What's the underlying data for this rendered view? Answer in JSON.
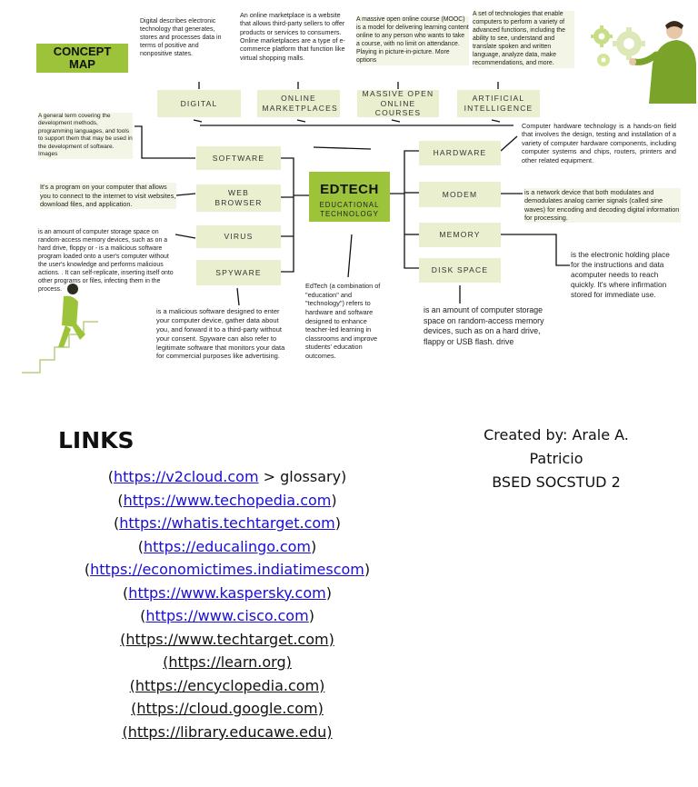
{
  "concept_map": {
    "title": "CONCEPT MAP",
    "center": {
      "title": "EDTECH",
      "subtitle": "EDUCATIONAL TECHNOLOGY"
    },
    "top_nodes": [
      {
        "label": "DIGITAL",
        "desc": "Digital describes electronic technology that generates, stores and processes data in terms of positive and nonpositive states."
      },
      {
        "label": "ONLINE MARKETPLACES",
        "desc": "An online marketplace is a website that allows third-party sellers to offer products or services to consumers. Online marketplaces are a type of e-commerce platform that function like virtual shopping malls."
      },
      {
        "label": "MASSIVE OPEN ONLINE COURSES",
        "desc": "A massive open online course (MOOC) is a model for delivering learning content online to any person who wants to take a course, with no limit on attendance. Playing in picture-in-picture. More options"
      },
      {
        "label": "ARTIFICIAL INTELLIGENCE",
        "desc": "A set of technologies that enable computers to perform a variety of advanced functions, including the ability to see, understand and translate spoken and written language, analyze data, make recommendations, and more."
      }
    ],
    "left_nodes": [
      {
        "label": "SOFTWARE",
        "desc": "A general term covering the development methods, programming languages, and tools to support them that may be used in the development of software. Images"
      },
      {
        "label": "WEB BROWSER",
        "desc": "It's a program on your computer that allows you to connect to the internet to visit websites, download files, and application."
      },
      {
        "label": "VIRUS",
        "desc": "is an amount of computer storage space on random-access memory devices, such as on a hard drive, floppy or - is a malicious software program loaded onto a user's computer without the user's knowledge and performs malicious actions. . It can self-replicate, inserting itself onto other programs or files, infecting them in the process."
      },
      {
        "label": "SPYWARE",
        "desc": "is a malicious software designed to enter your computer device, gather data about you, and forward it to a third-party without your consent. Spyware can also refer to legitimate software that monitors your data for commercial purposes like advertising."
      }
    ],
    "right_nodes": [
      {
        "label": "HARDWARE",
        "desc": "Computer hardware technology is a hands-on field that involves the design, testing and installation of a variety of computer hardware components, including computer systems and chips, routers, printers and other related equipment."
      },
      {
        "label": "MODEM",
        "desc": "is a network device that both modulates and demodulates analog carrier signals (called sine waves) for encoding and decoding digital information for processing."
      },
      {
        "label": "MEMORY",
        "desc": "is the electronic holding place for the instructions and data acomputer needs to reach quickly. It's where infirmation stored for immediate use."
      },
      {
        "label": "DISK SPACE",
        "desc": "is an amount of  computer storage space on random-access memory devices, such as on a hard drive, flappy or USB flash. drive"
      }
    ],
    "edtech_desc": "EdTech (a combination of \"education\" and \"technology\") refers to hardware and software designed to enhance teacher-led learning in classrooms and improve students' education outcomes."
  },
  "links": {
    "heading": "LINKS",
    "items": [
      {
        "open": "(",
        "url": "https://v2cloud.com",
        "close": " > glossary)"
      },
      {
        "open": "(",
        "url": "https://www.techopedia.com",
        "close": ")"
      },
      {
        "open": "(",
        "url": "https://whatis.techtarget.com",
        "close": ")"
      },
      {
        "open": "(",
        "url": "https://educalingo.com",
        "close": ")"
      },
      {
        "open": "(",
        "url": "https://economictimes.indiatimescom",
        "close": ")"
      },
      {
        "open": "(",
        "url": "https://www.kaspersky.com",
        "close": ")"
      },
      {
        "open": "(",
        "url": "https://www.cisco.com",
        "close": ")"
      }
    ],
    "plain": [
      "(https://www.techtarget.com)",
      "(https://learn.org)",
      "(https://encyclopedia.com)",
      "(https://cloud.google.com)",
      "(https://library.educawe.edu)"
    ]
  },
  "credits": {
    "line1": "Created by: Arale A.",
    "line2": "Patricio",
    "line3": "BSED SOCSTUD 2"
  },
  "colors": {
    "accent": "#9dc33b",
    "node_bg": "#e9efcf",
    "figure_green": "#7aa32a",
    "link": "#1a0dd6"
  }
}
